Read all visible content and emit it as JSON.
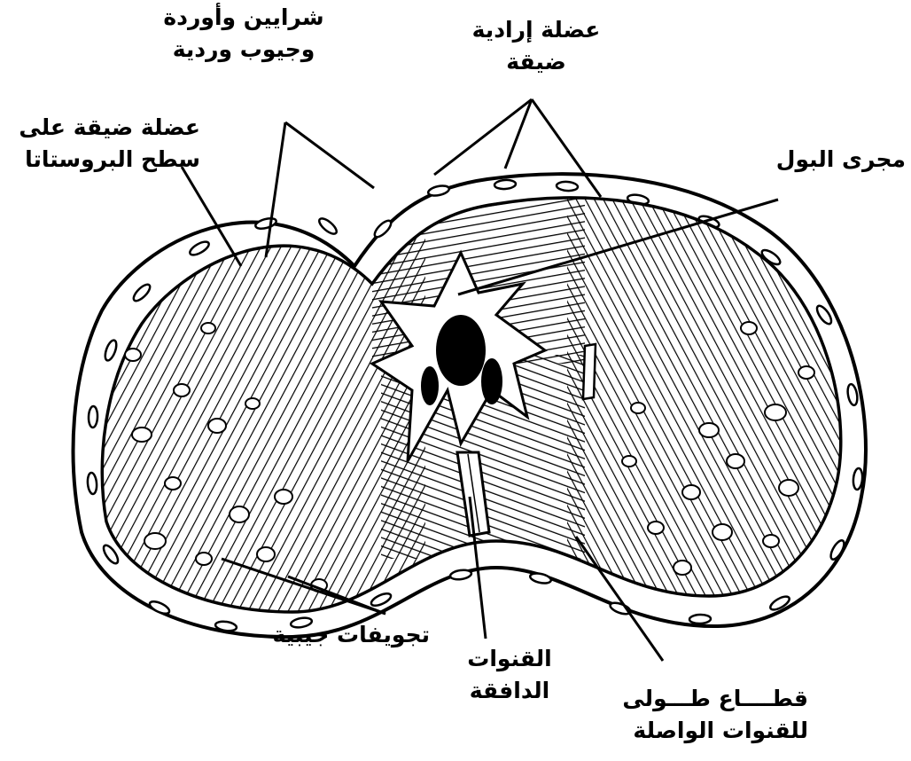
{
  "labels": {
    "arteries": {
      "line1": "شرايين وأوردة",
      "line2": "وجيوب وردية"
    },
    "voluntary_muscle": {
      "line1": "عضلة إرادية",
      "line2": "ضيقة"
    },
    "smooth_muscle": {
      "line1": "عضلة ضيقة على",
      "line2": "سطح البروستاتا"
    },
    "urethra": {
      "line1": "مجرى البول"
    },
    "sinus_cavities": {
      "line1": "تجويفات جيبية"
    },
    "ejaculatory_ducts": {
      "line1": "القنوات",
      "line2": "الدافقة"
    },
    "vas_deferens": {
      "line1": "قطــــاع طـــولى",
      "line2": "للقنوات الواصلة"
    }
  },
  "colors": {
    "ink": "#000000",
    "paper": "#ffffff"
  }
}
